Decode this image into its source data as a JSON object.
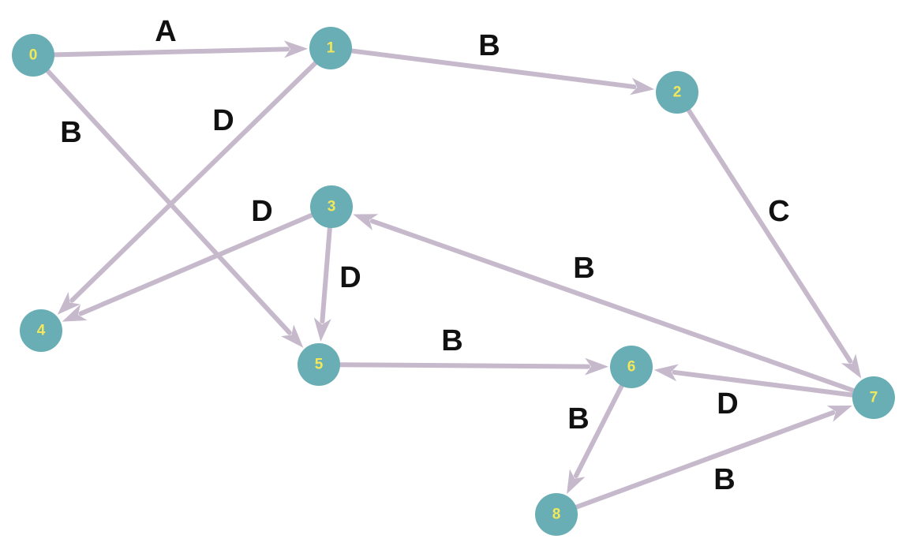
{
  "colors": {
    "node_fill": "#68aeb4",
    "node_text": "#f2e85a",
    "edge": "#c6b9cc",
    "label": "#111111"
  },
  "nodes": [
    {
      "id": "0",
      "label": "0"
    },
    {
      "id": "1",
      "label": "1"
    },
    {
      "id": "2",
      "label": "2"
    },
    {
      "id": "3",
      "label": "3"
    },
    {
      "id": "4",
      "label": "4"
    },
    {
      "id": "5",
      "label": "5"
    },
    {
      "id": "6",
      "label": "6"
    },
    {
      "id": "7",
      "label": "7"
    },
    {
      "id": "8",
      "label": "8"
    }
  ],
  "edges": [
    {
      "from": "0",
      "to": "1",
      "label": "A"
    },
    {
      "from": "1",
      "to": "2",
      "label": "B"
    },
    {
      "from": "0",
      "to": "5",
      "label": "B"
    },
    {
      "from": "1",
      "to": "4",
      "label": "D"
    },
    {
      "from": "2",
      "to": "7",
      "label": "C"
    },
    {
      "from": "3",
      "to": "4",
      "label": "D"
    },
    {
      "from": "3",
      "to": "5",
      "label": "D"
    },
    {
      "from": "7",
      "to": "3",
      "label": "B"
    },
    {
      "from": "5",
      "to": "6",
      "label": "B"
    },
    {
      "from": "7",
      "to": "6",
      "label": "D"
    },
    {
      "from": "6",
      "to": "8",
      "label": "B"
    },
    {
      "from": "8",
      "to": "7",
      "label": "B"
    }
  ]
}
